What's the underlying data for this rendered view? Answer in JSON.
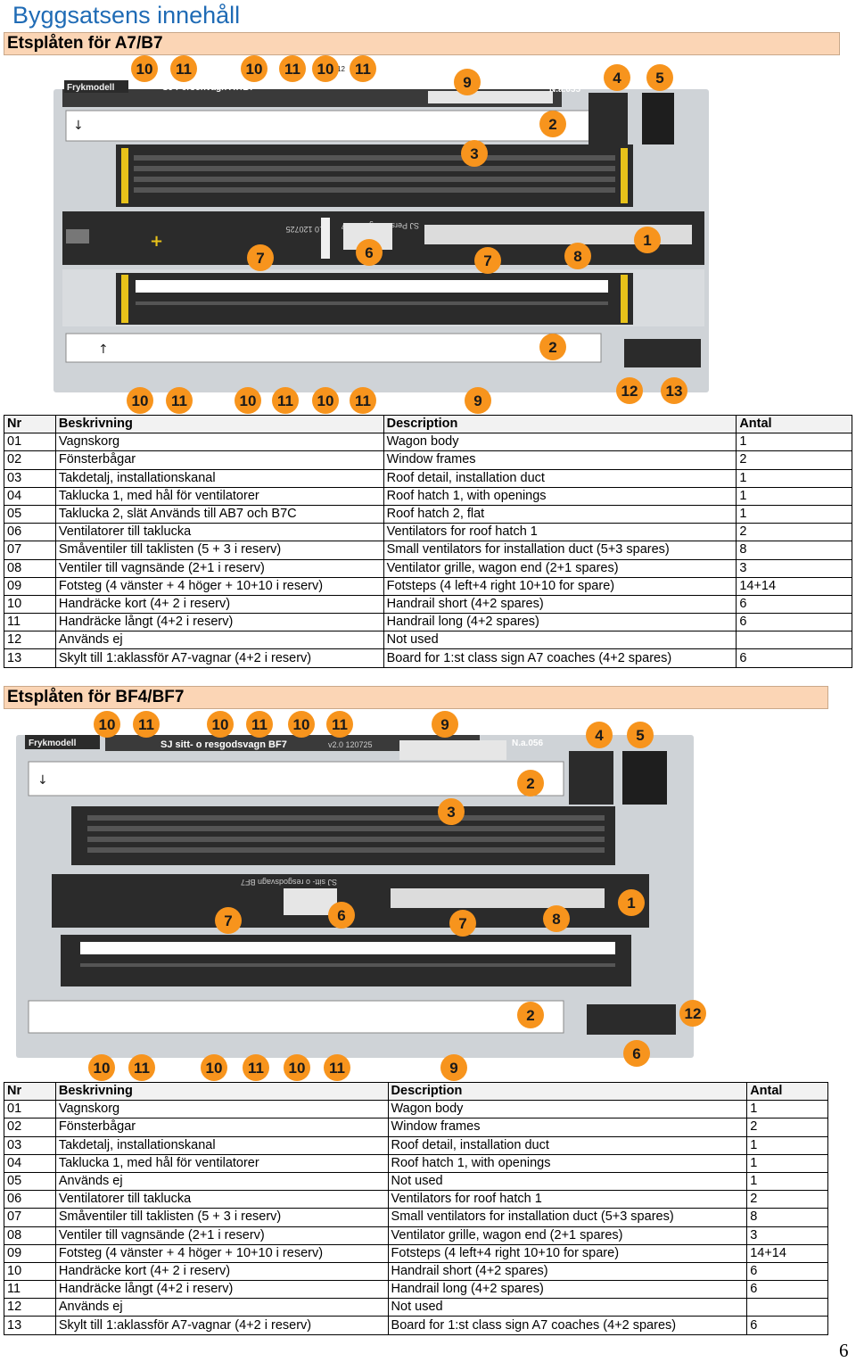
{
  "title": "Byggsatsens innehåll",
  "sections": [
    {
      "heading": "Etsplåten  för A7/B7",
      "fret": {
        "brand": "Frykmodell",
        "name": "SJ Personvagn A7/B7",
        "code": "N.a.055",
        "small_mark": "12",
        "mirror_name": "SJ Personvagn A7/B7",
        "mirror_version": "v2.0  120725",
        "arrow_up": "↑",
        "arrow_down": "↓",
        "plus": "+",
        "labels": {
          "top": [
            "10",
            "11",
            "10",
            "11",
            "10",
            "11",
            "9",
            "4",
            "5",
            "2",
            "3"
          ],
          "middle": [
            "7",
            "6",
            "7",
            "8",
            "1"
          ],
          "bottom": [
            "2",
            "10",
            "11",
            "10",
            "11",
            "10",
            "11",
            "9",
            "12",
            "13"
          ]
        }
      },
      "table": {
        "headers": [
          "Nr",
          "Beskrivning",
          "Description",
          "Antal"
        ],
        "rows": [
          [
            "01",
            "Vagnskorg",
            "Wagon body",
            "1"
          ],
          [
            "02",
            "Fönsterbågar",
            "Window frames",
            "2"
          ],
          [
            "03",
            "Takdetalj, installationskanal",
            "Roof detail, installation duct",
            "1"
          ],
          [
            "04",
            "Taklucka 1, med hål för ventilatorer",
            "Roof hatch 1, with openings",
            "1"
          ],
          [
            "05",
            "Taklucka 2, slät Används till AB7 och B7C",
            "Roof hatch 2, flat",
            "1"
          ],
          [
            "06",
            "Ventilatorer till taklucka",
            "Ventilators for roof hatch 1",
            "2"
          ],
          [
            "07",
            "Småventiler till taklisten (5 + 3 i reserv)",
            "Small ventilators for installation duct (5+3 spares)",
            "8"
          ],
          [
            "08",
            "Ventiler till vagnsände  (2+1 i reserv)",
            "Ventilator grille, wagon end (2+1 spares)",
            "3"
          ],
          [
            "09",
            "Fotsteg  (4 vänster + 4 höger + 10+10 i reserv)",
            "Fotsteps (4 left+4 right 10+10 for spare)",
            "14+14"
          ],
          [
            "10",
            "Handräcke kort  (4+ 2 i reserv)",
            "Handrail short (4+2 spares)",
            "6"
          ],
          [
            "11",
            "Handräcke långt (4+2 i reserv)",
            "Handrail long   (4+2 spares)",
            "6"
          ],
          [
            "12",
            "Används ej",
            "Not used",
            ""
          ],
          [
            "13",
            "Skylt till 1:aklassför A7-vagnar (4+2 i reserv)",
            "Board for 1:st class sign A7 coaches (4+2 spares)",
            "6"
          ]
        ]
      }
    },
    {
      "heading": "Etsplåten  för BF4/BF7",
      "fret": {
        "brand": "Frykmodell",
        "name": "SJ sitt- o resgodsvagn BF7",
        "version": "v2.0  120725",
        "code": "N.a.056",
        "mirror_name": "SJ sitt- o resgodsvagn BF7",
        "arrow_down": "↓",
        "labels": {
          "top": [
            "10",
            "11",
            "10",
            "11",
            "10",
            "11",
            "9",
            "4",
            "5",
            "2",
            "3"
          ],
          "middle": [
            "7",
            "6",
            "7",
            "8",
            "1"
          ],
          "bottom": [
            "2",
            "12",
            "6",
            "10",
            "11",
            "10",
            "11",
            "10",
            "11",
            "9"
          ]
        }
      },
      "table": {
        "headers": [
          "Nr",
          "Beskrivning",
          "Description",
          "Antal"
        ],
        "rows": [
          [
            "01",
            "Vagnskorg",
            "Wagon body",
            "1"
          ],
          [
            "02",
            "Fönsterbågar",
            "Window frames",
            "2"
          ],
          [
            "03",
            "Takdetalj, installationskanal",
            "Roof detail, installation duct",
            "1"
          ],
          [
            "04",
            "Taklucka 1, med hål för ventilatorer",
            "Roof hatch 1, with openings",
            "1"
          ],
          [
            "05",
            "Används ej",
            "Not used",
            "1"
          ],
          [
            "06",
            "Ventilatorer till taklucka",
            "Ventilators for roof hatch 1",
            "2"
          ],
          [
            "07",
            "Småventiler till taklisten (5 + 3 i reserv)",
            "Small ventilators for installation duct (5+3 spares)",
            "8"
          ],
          [
            "08",
            "Ventiler till vagnsände  (2+1 i reserv)",
            "Ventilator grille, wagon end (2+1 spares)",
            "3"
          ],
          [
            "09",
            "Fotsteg  (4 vänster + 4 höger + 10+10 i reserv)",
            "Fotsteps (4 left+4 right 10+10 for spare)",
            "14+14"
          ],
          [
            "10",
            "Handräcke kort  (4+ 2 i reserv)",
            "Handrail short (4+2 spares)",
            "6"
          ],
          [
            "11",
            "Handräcke långt (4+2 i reserv)",
            "Handrail long   (4+2 spares)",
            "6"
          ],
          [
            "12",
            "Används ej",
            "Not used",
            ""
          ],
          [
            "13",
            "Skylt till 1:aklassför A7-vagnar (4+2 i reserv)",
            "Board for 1:st class sign A7 coaches (4+2 spares)",
            "6"
          ]
        ]
      }
    }
  ],
  "page_number": "6",
  "colors": {
    "title_blue": "#1f6bb5",
    "heading_bg": "#fbd5b5",
    "label_orange": "#f7941d",
    "fret_gray": "#cfd3d7",
    "fret_dark": "#2b2b2b",
    "panel_yellow": "#e8c21a"
  }
}
